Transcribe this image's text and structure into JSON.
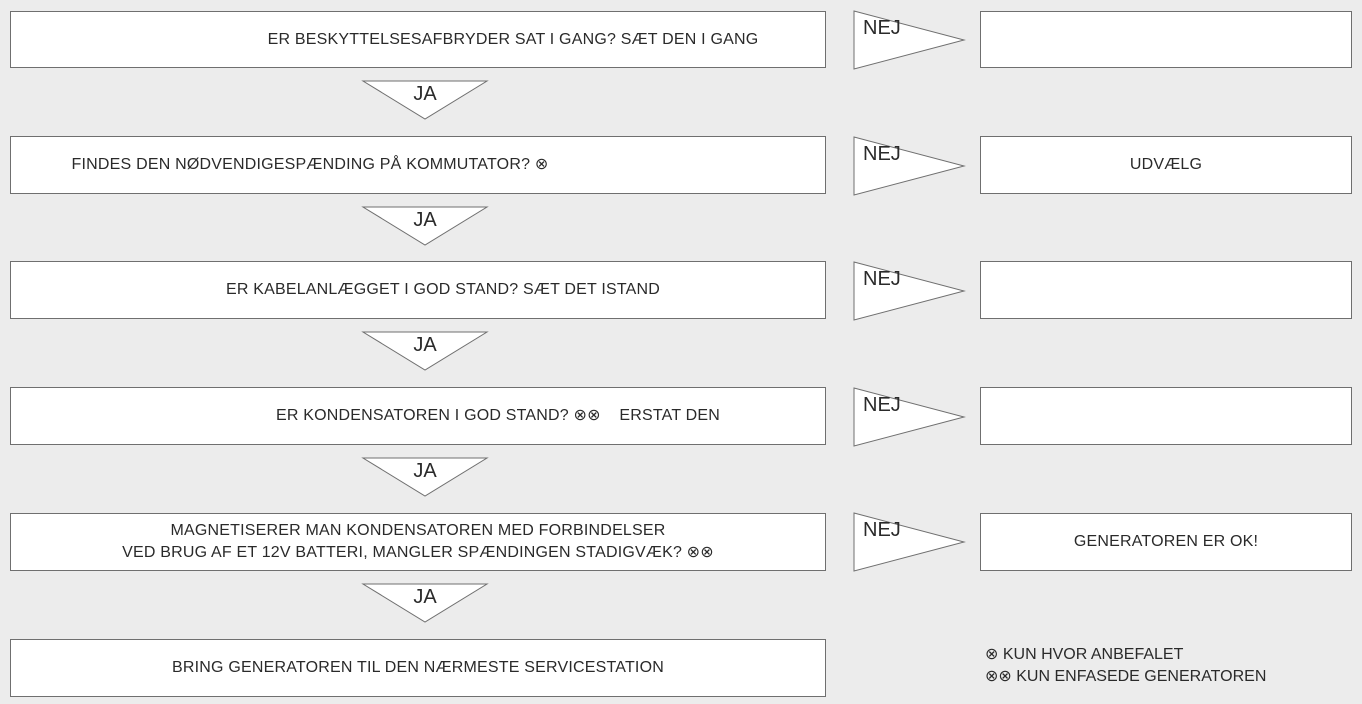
{
  "colors": {
    "background": "#ececec",
    "box_fill": "#ffffff",
    "stroke": "#6f6f6f",
    "text": "#2a2a2a"
  },
  "steps": [
    {
      "question": "ER BESKYTTELSESAFBRYDER SAT I GANG? SÆT DEN I GANG",
      "no_label": "NEJ",
      "result": "",
      "yes_label": "JA"
    },
    {
      "question": "FINDES DEN NØDVENDIGESPÆNDING PÅ KOMMUTATOR? ⊗",
      "no_label": "NEJ",
      "result": "UDVÆLG",
      "yes_label": "JA"
    },
    {
      "question": "ER KABELANLÆGGET I GOD STAND? SÆT DET ISTAND",
      "no_label": "NEJ",
      "result": "",
      "yes_label": "JA"
    },
    {
      "question": "ER KONDENSATOREN I GOD STAND? ⊗⊗    ERSTAT DEN",
      "no_label": "NEJ",
      "result": "",
      "yes_label": "JA"
    },
    {
      "question_line1": "MAGNETISERER MAN KONDENSATOREN MED FORBINDELSER",
      "question_line2": "VED BRUG AF ET 12V BATTERI, MANGLER SPÆNDINGEN STADIGVÆK? ⊗⊗",
      "no_label": "NEJ",
      "result": "GENERATOREN ER OK!",
      "yes_label": "JA"
    }
  ],
  "final_step": "BRING GENERATOREN TIL DEN NÆRMESTE SERVICESTATION",
  "legend": {
    "note1": "⊗ KUN HVOR  ANBEFALET",
    "note2": "⊗⊗ KUN ENFASEDE GENERATOREN"
  }
}
